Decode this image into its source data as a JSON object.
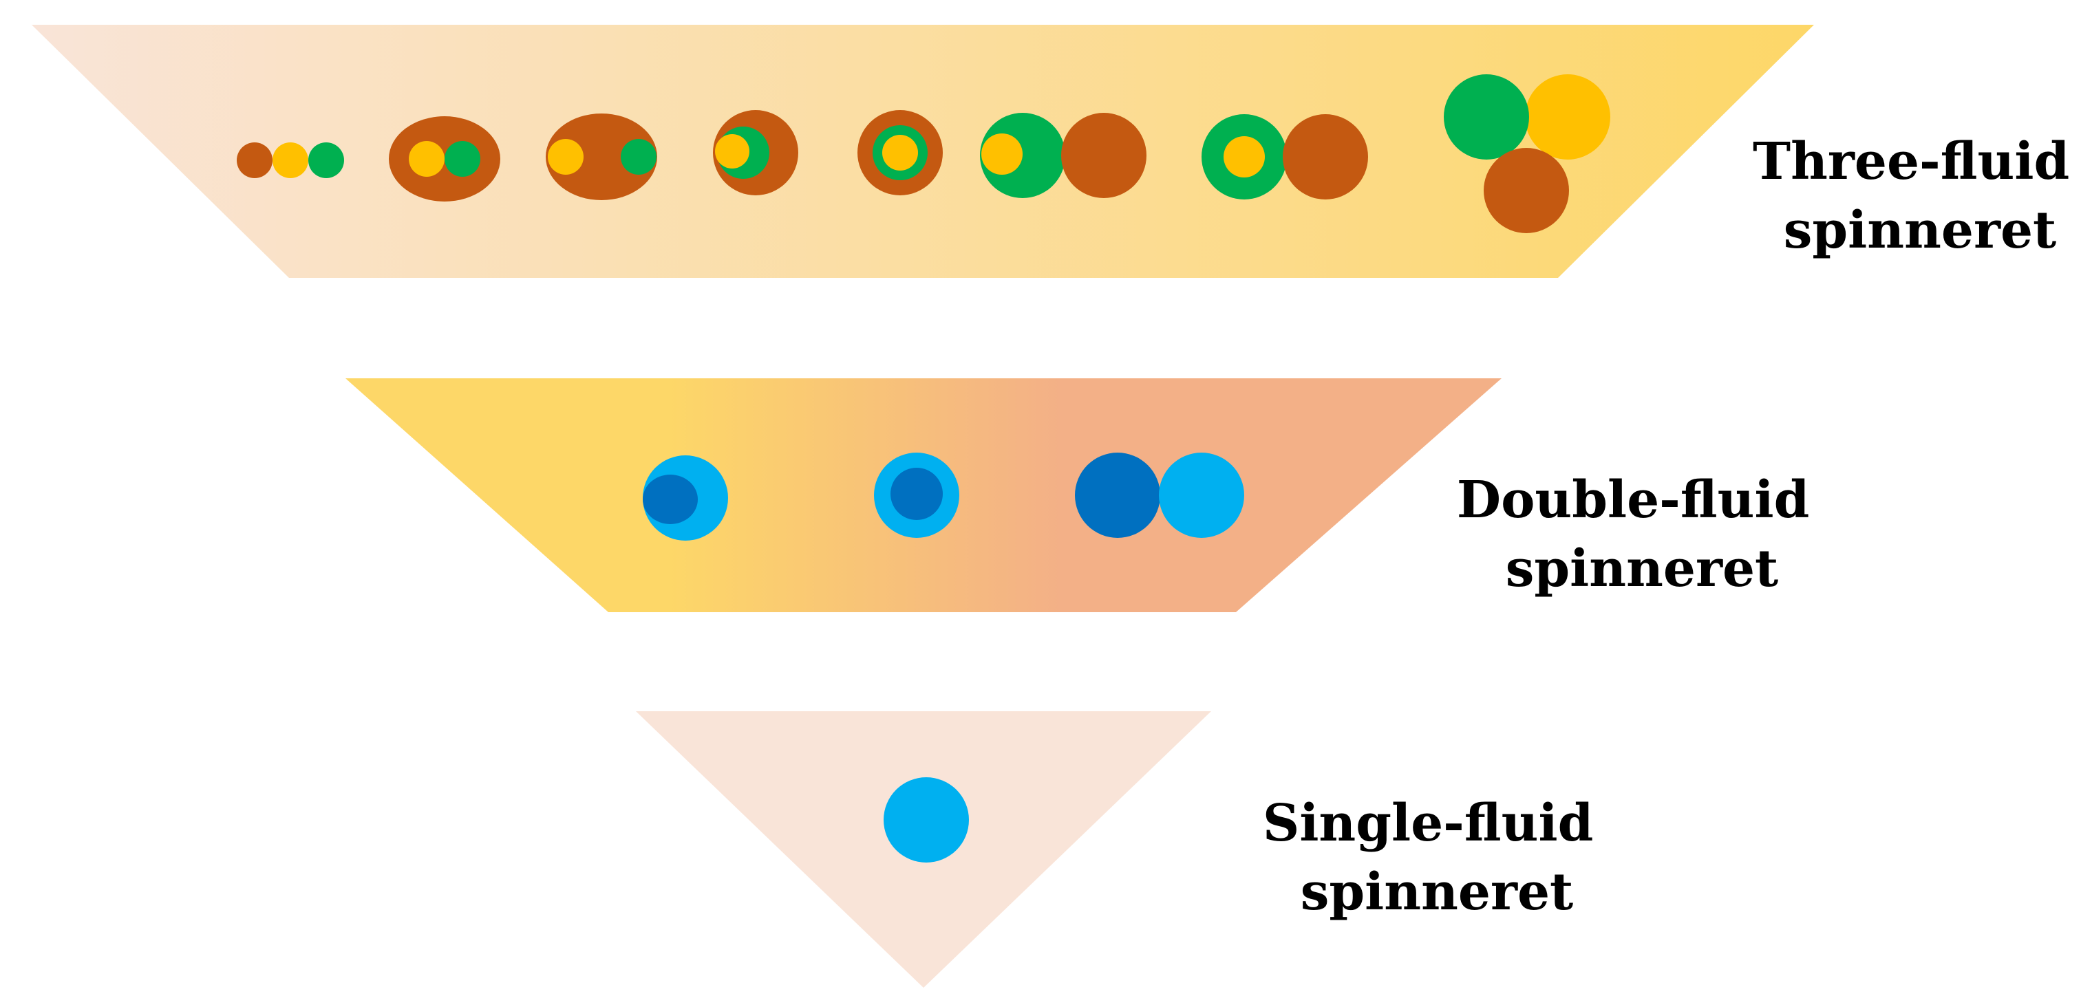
{
  "tiers": [
    {
      "id": "three-fluid",
      "label_line1": "Three-fluid",
      "label_line2": "spinneret",
      "gradient": [
        "#f9e4d8",
        "#fdd768"
      ],
      "structures": [
        "side-by-side-three",
        "eccentric-side-by-side-in-shell",
        "side-by-side-separated-in-shell",
        "eccentric-core-sheath-three",
        "concentric-core-sheath-three",
        "eccentric-core-sheath-plus-side",
        "concentric-core-sheath-plus-side",
        "tri-lobe-side-by-side"
      ]
    },
    {
      "id": "double-fluid",
      "label_line1": "Double-fluid",
      "label_line2": "spinneret",
      "gradient": [
        "#fdd768",
        "#f3b087"
      ],
      "structures": [
        "eccentric-core-sheath",
        "concentric-core-sheath",
        "side-by-side"
      ]
    },
    {
      "id": "single-fluid",
      "label_line1": "Single-fluid",
      "label_line2": "spinneret",
      "gradient": [
        "#f9e4d8",
        "#f9e4d8"
      ],
      "structures": [
        "monolithic"
      ]
    }
  ],
  "colors": {
    "brown": "#c45911",
    "yellow": "#ffc000",
    "green": "#00b050",
    "light_blue": "#00b0f0",
    "dark_blue": "#0070c0"
  }
}
